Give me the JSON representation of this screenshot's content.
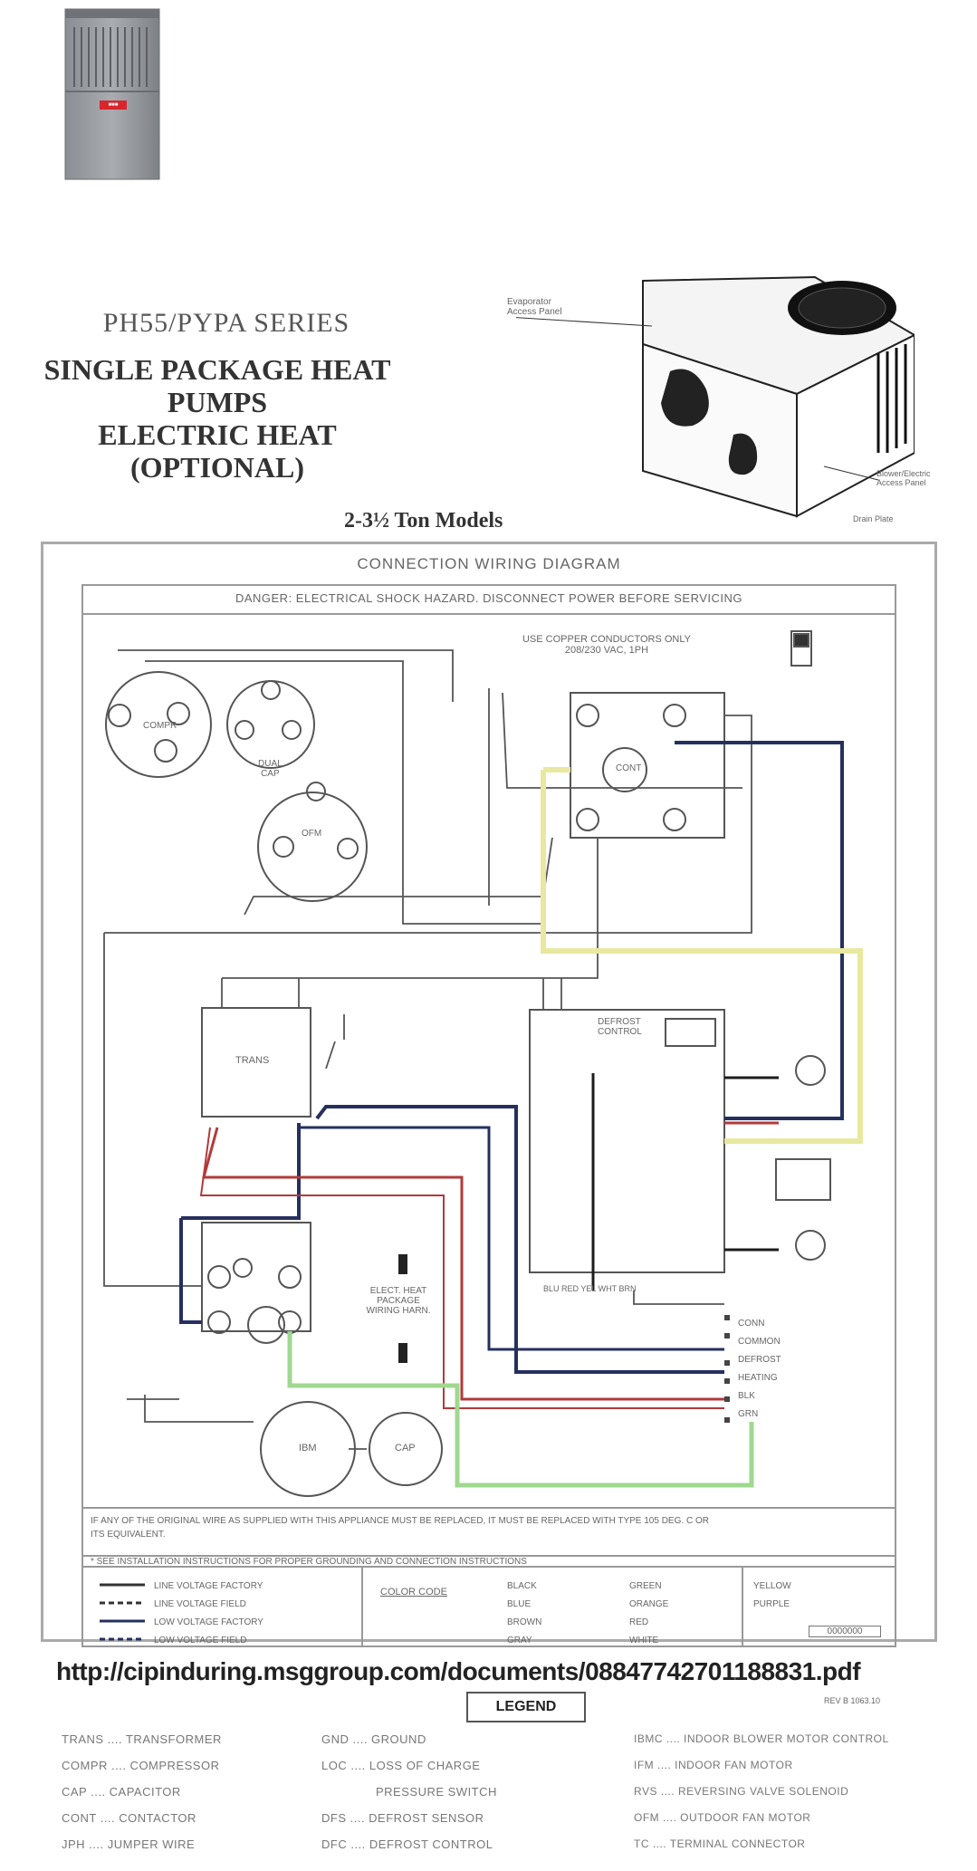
{
  "top_product": {
    "brand_badge": "■■■"
  },
  "titles": {
    "series": "PH55/PYPA SERIES",
    "main_lines": [
      "SINGLE PACKAGE HEAT",
      "PUMPS",
      "ELECTRIC HEAT",
      "(OPTIONAL)"
    ],
    "tons": "2-3½ Ton Models"
  },
  "unit_callouts": {
    "top_left": "Evaporator\nAccess Panel",
    "right_1": "Blower/Electric\nAccess Panel",
    "right_2": "Drain Plate"
  },
  "diagram": {
    "heading": "CONNECTION WIRING DIAGRAM",
    "warning": "DANGER: ELECTRICAL SHOCK HAZARD. DISCONNECT POWER BEFORE SERVICING",
    "copper_note": "USE COPPER CONDUCTORS ONLY\n208/230 VAC, 1PH",
    "labels": {
      "compr": "COMPR",
      "dual_cap": "DUAL\nCAP",
      "orf": "OFM",
      "cont": "CONT",
      "trans": "TRANS",
      "defrost": "DEFROST\nCONTROL",
      "heat_kit": "ELECT. HEAT\nPACKAGE\nWIRING HARN.",
      "ibm": "IBM",
      "cap": "CAP"
    },
    "terminals": [
      "CONN",
      "COMMON",
      "DEFROST",
      "HEATING",
      "BLK",
      "GRN",
      "BLU",
      "RED",
      "YEL",
      "WHT",
      "BRN"
    ],
    "field_wiring_note": "IF ANY OF THE ORIGINAL WIRE AS SUPPLIED WITH THIS APPLIANCE MUST BE REPLACED, IT MUST BE REPLACED WITH TYPE 105 DEG. C OR ITS EQUIVALENT.",
    "grounding_note": "* SEE INSTALLATION INSTRUCTIONS FOR PROPER GROUNDING AND CONNECTION INSTRUCTIONS",
    "line_legend": [
      "LINE VOLTAGE FACTORY",
      "LINE VOLTAGE FIELD",
      "LOW VOLTAGE FACTORY",
      "LOW VOLTAGE FIELD"
    ],
    "color_code_title": "COLOR CODE",
    "color_code": [
      "BLACK",
      "BLUE",
      "BROWN",
      "GRAY",
      "GREEN",
      "ORANGE",
      "RED",
      "WHITE",
      "YELLOW",
      "PURPLE"
    ],
    "part_no": "0000000",
    "revision": "REV B 1063.10"
  },
  "url": "http://cipinduring.msggroup.com/documents/08847742701188831.pdf",
  "legend": {
    "title": "LEGEND",
    "col1": [
      "TRANS .... TRANSFORMER",
      "COMPR .... COMPRESSOR",
      "CAP .... CAPACITOR",
      "CONT .... CONTACTOR",
      "JPH .... JUMPER WIRE"
    ],
    "col2": [
      "GND .... GROUND",
      "LOC .... LOSS OF CHARGE",
      "PRESSURE SWITCH",
      "DFS .... DEFROST SENSOR",
      "DFC .... DEFROST CONTROL"
    ],
    "col3": [
      "IBMC .... INDOOR BLOWER MOTOR CONTROL",
      "IFM .... INDOOR FAN MOTOR",
      "RVS .... REVERSING VALVE SOLENOID",
      "OFM .... OUTDOOR FAN MOTOR",
      "TC .... TERMINAL CONNECTOR"
    ]
  }
}
